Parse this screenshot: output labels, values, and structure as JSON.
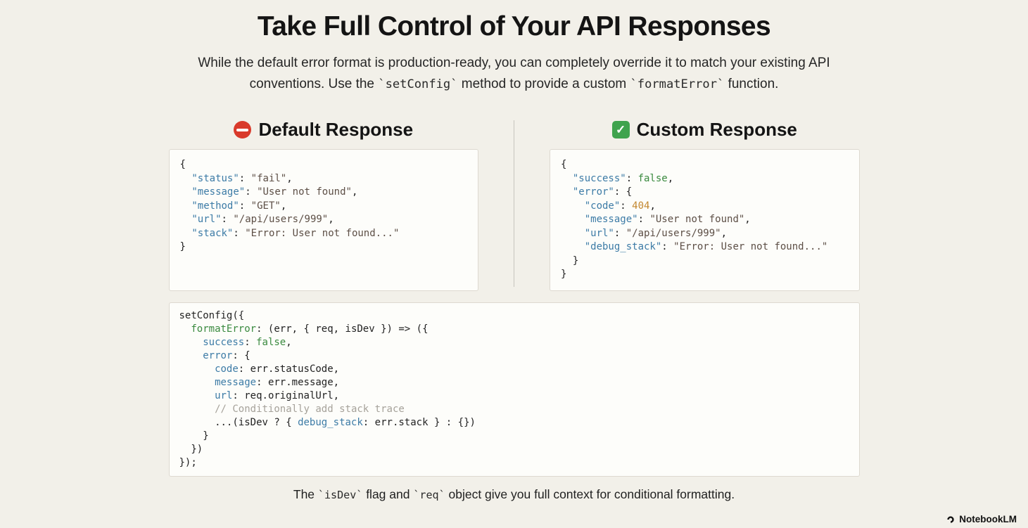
{
  "header": {
    "title": "Take Full Control of Your API Responses",
    "subtitle": {
      "part1": "While the default error format is production-ready, you can completely override it to match your existing API conventions. Use the ",
      "code1": "`setConfig`",
      "part2": " method to provide a custom ",
      "code2": "`formatError`",
      "part3": " function."
    }
  },
  "panels": {
    "default": {
      "icon": "no-entry-icon",
      "title": "Default Response",
      "lines": [
        [
          [
            "pl",
            "{"
          ]
        ],
        [
          [
            "pl",
            "  "
          ],
          [
            "key",
            "\"status\""
          ],
          [
            "pl",
            ": "
          ],
          [
            "str",
            "\"fail\""
          ],
          [
            "pl",
            ","
          ]
        ],
        [
          [
            "pl",
            "  "
          ],
          [
            "key",
            "\"message\""
          ],
          [
            "pl",
            ": "
          ],
          [
            "str",
            "\"User not found\""
          ],
          [
            "pl",
            ","
          ]
        ],
        [
          [
            "pl",
            "  "
          ],
          [
            "key",
            "\"method\""
          ],
          [
            "pl",
            ": "
          ],
          [
            "str",
            "\"GET\""
          ],
          [
            "pl",
            ","
          ]
        ],
        [
          [
            "pl",
            "  "
          ],
          [
            "key",
            "\"url\""
          ],
          [
            "pl",
            ": "
          ],
          [
            "str",
            "\"/api/users/999\""
          ],
          [
            "pl",
            ","
          ]
        ],
        [
          [
            "pl",
            "  "
          ],
          [
            "key",
            "\"stack\""
          ],
          [
            "pl",
            ": "
          ],
          [
            "str",
            "\"Error: User not found...\""
          ]
        ],
        [
          [
            "pl",
            "}"
          ]
        ]
      ]
    },
    "custom": {
      "icon": "check-icon",
      "icon_glyph": "✓",
      "title": "Custom Response",
      "lines": [
        [
          [
            "pl",
            "{"
          ]
        ],
        [
          [
            "pl",
            "  "
          ],
          [
            "key",
            "\"success\""
          ],
          [
            "pl",
            ": "
          ],
          [
            "bool",
            "false"
          ],
          [
            "pl",
            ","
          ]
        ],
        [
          [
            "pl",
            "  "
          ],
          [
            "key",
            "\"error\""
          ],
          [
            "pl",
            ": {"
          ]
        ],
        [
          [
            "pl",
            "    "
          ],
          [
            "key",
            "\"code\""
          ],
          [
            "pl",
            ": "
          ],
          [
            "num",
            "404"
          ],
          [
            "pl",
            ","
          ]
        ],
        [
          [
            "pl",
            "    "
          ],
          [
            "key",
            "\"message\""
          ],
          [
            "pl",
            ": "
          ],
          [
            "str",
            "\"User not found\""
          ],
          [
            "pl",
            ","
          ]
        ],
        [
          [
            "pl",
            "    "
          ],
          [
            "key",
            "\"url\""
          ],
          [
            "pl",
            ": "
          ],
          [
            "str",
            "\"/api/users/999\""
          ],
          [
            "pl",
            ","
          ]
        ],
        [
          [
            "pl",
            "    "
          ],
          [
            "key",
            "\"debug_stack\""
          ],
          [
            "pl",
            ": "
          ],
          [
            "str",
            "\"Error: User not found...\""
          ]
        ],
        [
          [
            "pl",
            "  }"
          ]
        ],
        [
          [
            "pl",
            "}"
          ]
        ]
      ]
    },
    "config": {
      "lines": [
        [
          [
            "pl",
            "setConfig({"
          ]
        ],
        [
          [
            "pl",
            "  "
          ],
          [
            "fn",
            "formatError"
          ],
          [
            "pl",
            ": (err, { req, isDev }) => ({"
          ]
        ],
        [
          [
            "pl",
            "    "
          ],
          [
            "key",
            "success"
          ],
          [
            "pl",
            ": "
          ],
          [
            "bool",
            "false"
          ],
          [
            "pl",
            ","
          ]
        ],
        [
          [
            "pl",
            "    "
          ],
          [
            "key",
            "error"
          ],
          [
            "pl",
            ": {"
          ]
        ],
        [
          [
            "pl",
            "      "
          ],
          [
            "key",
            "code"
          ],
          [
            "pl",
            ": err.statusCode,"
          ]
        ],
        [
          [
            "pl",
            "      "
          ],
          [
            "key",
            "message"
          ],
          [
            "pl",
            ": err.message,"
          ]
        ],
        [
          [
            "pl",
            "      "
          ],
          [
            "key",
            "url"
          ],
          [
            "pl",
            ": req.originalUrl,"
          ]
        ],
        [
          [
            "pl",
            "      "
          ],
          [
            "com",
            "// Conditionally add stack trace"
          ]
        ],
        [
          [
            "pl",
            "      ...(isDev ? { "
          ],
          [
            "key",
            "debug_stack"
          ],
          [
            "pl",
            ": err.stack } : {})"
          ]
        ],
        [
          [
            "pl",
            "    }"
          ]
        ],
        [
          [
            "pl",
            "  })"
          ]
        ],
        [
          [
            "pl",
            "});"
          ]
        ]
      ]
    }
  },
  "footer": {
    "part1": "The ",
    "code1": "`isDev`",
    "part2": " flag and ",
    "code2": "`req`",
    "part3": " object give you full context for conditional formatting."
  },
  "brand": {
    "icon": "notebooklm-icon",
    "label": "NotebookLM"
  },
  "colors": {
    "background": "#f2f0e9",
    "panel_background": "#fdfdfa",
    "panel_border": "#ddd9d0",
    "key_blue": "#3c7ba6",
    "string_brown": "#5d4f46",
    "boolean_green": "#3a8a3f",
    "number_orange": "#c3872f",
    "comment_gray": "#a6a29a",
    "no_entry_red": "#d93a2b",
    "check_green": "#3fa34d"
  }
}
